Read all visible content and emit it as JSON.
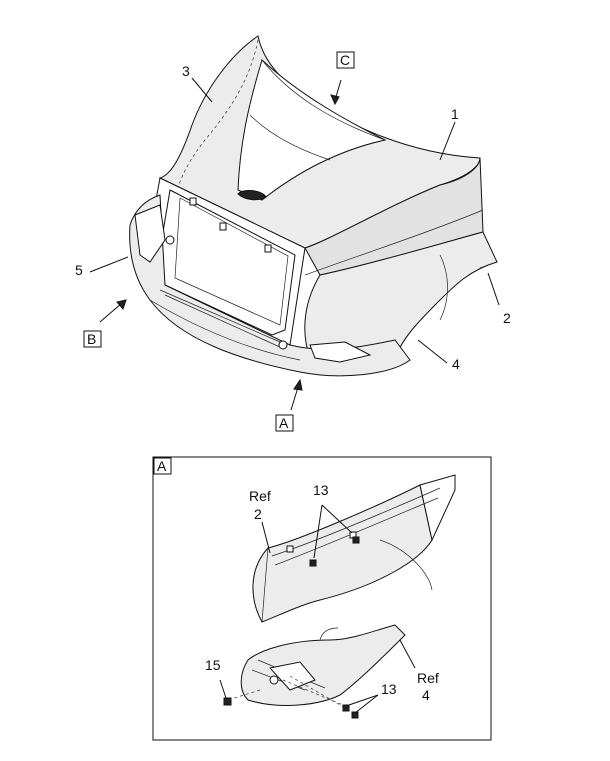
{
  "main_view": {
    "callouts": [
      "1",
      "2",
      "3",
      "4",
      "5"
    ],
    "view_markers": {
      "a": "A",
      "b": "B",
      "c": "C"
    }
  },
  "detail_a": {
    "title": "A",
    "ref_2": {
      "ref": "Ref",
      "num": "2"
    },
    "ref_4": {
      "ref": "Ref",
      "num": "4"
    },
    "callout_13_top": "13",
    "callout_13_bottom": "13",
    "callout_15": "15"
  }
}
